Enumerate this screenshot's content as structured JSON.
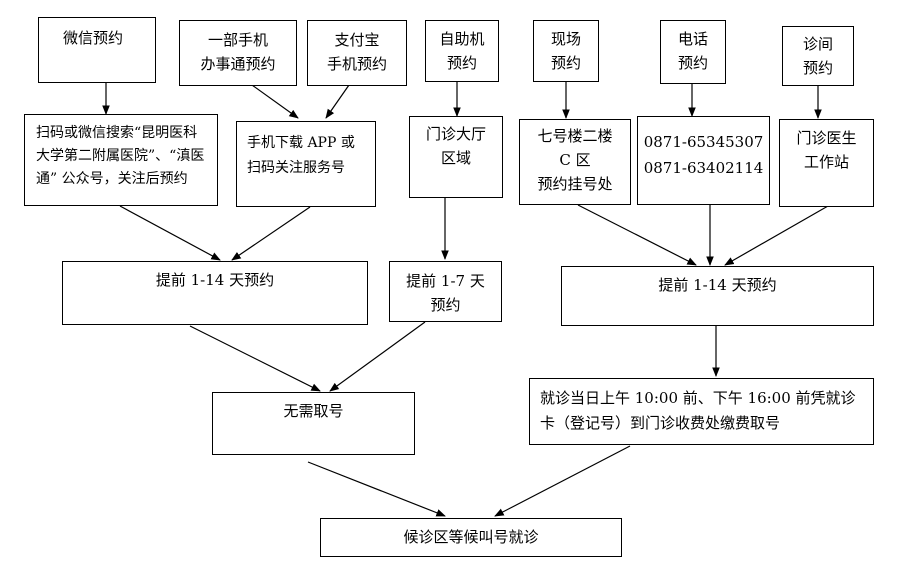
{
  "sources": {
    "wechat": {
      "line1": "微信预约"
    },
    "mobile_app": {
      "line1": "一部手机",
      "line2": "办事通预约"
    },
    "alipay": {
      "line1": "支付宝",
      "line2": "手机预约"
    },
    "kiosk": {
      "line1": "自助机",
      "line2": "预约"
    },
    "onsite": {
      "line1": "现场",
      "line2": "预约"
    },
    "phone": {
      "line1": "电话",
      "line2": "预约"
    },
    "clinic": {
      "line1": "诊间",
      "line2": "预约"
    }
  },
  "details": {
    "wechat": {
      "line1": "扫码或微信搜索“昆明医科",
      "line2": "大学第二附属医院”、“滇医",
      "line3": "通” 公众号，关注后预约"
    },
    "app": {
      "line1": "手机下载 APP 或",
      "line2": "扫码关注服务号"
    },
    "kiosk": {
      "line1": "门诊大厅",
      "line2": "区域"
    },
    "onsite": {
      "line1": "七号楼二楼",
      "line2": "C 区",
      "line3": "预约挂号处"
    },
    "phone": {
      "line1": "0871-65345307",
      "line2": "0871-63402114"
    },
    "clinic": {
      "line1": "门诊医生",
      "line2": "工作站"
    }
  },
  "advance": {
    "left": {
      "line1": "提前 1-14 天预约"
    },
    "middle": {
      "line1": "提前 1-7 天",
      "line2": "预约"
    },
    "right": {
      "line1": "提前 1-14 天预约"
    }
  },
  "ticket": {
    "none": {
      "line1": "无需取号"
    },
    "pickup": {
      "line1": "就诊当日上午 10:00 前、下午 16:00 前凭就诊",
      "line2": "卡（登记号）到门诊收费处缴费取号"
    }
  },
  "final": {
    "line1": "候诊区等候叫号就诊"
  }
}
